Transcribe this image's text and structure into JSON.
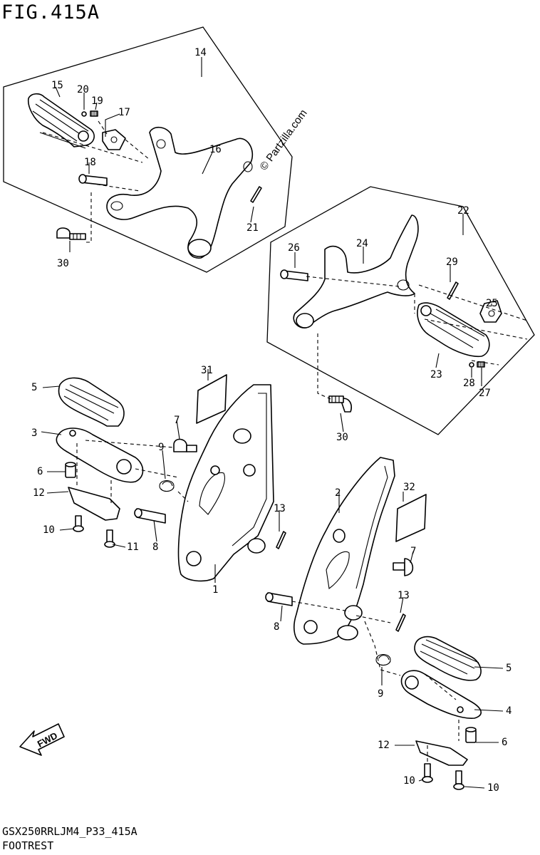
{
  "figure": {
    "title": "FIG.415A",
    "model_code": "GSX250RRLJM4_P33_415A",
    "caption": "FOOTREST",
    "watermark": "© Partzilla.com",
    "direction_label": "FWD"
  },
  "callouts": [
    {
      "key": "c14",
      "label": "14"
    },
    {
      "key": "c15",
      "label": "15"
    },
    {
      "key": "c20",
      "label": "20"
    },
    {
      "key": "c19",
      "label": "19"
    },
    {
      "key": "c17",
      "label": "17"
    },
    {
      "key": "c16",
      "label": "16"
    },
    {
      "key": "c18",
      "label": "18"
    },
    {
      "key": "c21",
      "label": "21"
    },
    {
      "key": "c30a",
      "label": "30"
    },
    {
      "key": "c22",
      "label": "22"
    },
    {
      "key": "c26",
      "label": "26"
    },
    {
      "key": "c24",
      "label": "24"
    },
    {
      "key": "c29",
      "label": "29"
    },
    {
      "key": "c25",
      "label": "25"
    },
    {
      "key": "c23",
      "label": "23"
    },
    {
      "key": "c28",
      "label": "28"
    },
    {
      "key": "c27",
      "label": "27"
    },
    {
      "key": "c30b",
      "label": "30"
    },
    {
      "key": "c31",
      "label": "31"
    },
    {
      "key": "c5a",
      "label": "5"
    },
    {
      "key": "c3",
      "label": "3"
    },
    {
      "key": "c7a",
      "label": "7"
    },
    {
      "key": "c9a",
      "label": "9"
    },
    {
      "key": "c6a",
      "label": "6"
    },
    {
      "key": "c12a",
      "label": "12"
    },
    {
      "key": "c10a",
      "label": "10"
    },
    {
      "key": "c11",
      "label": "11"
    },
    {
      "key": "c8a",
      "label": "8"
    },
    {
      "key": "c13a",
      "label": "13"
    },
    {
      "key": "c1",
      "label": "1"
    },
    {
      "key": "c2",
      "label": "2"
    },
    {
      "key": "c32",
      "label": "32"
    },
    {
      "key": "c7b",
      "label": "7"
    },
    {
      "key": "c13b",
      "label": "13"
    },
    {
      "key": "c8b",
      "label": "8"
    },
    {
      "key": "c5b",
      "label": "5"
    },
    {
      "key": "c9b",
      "label": "9"
    },
    {
      "key": "c4",
      "label": "4"
    },
    {
      "key": "c6b",
      "label": "6"
    },
    {
      "key": "c12b",
      "label": "12"
    },
    {
      "key": "c10b",
      "label": "10"
    },
    {
      "key": "c10c",
      "label": "10"
    }
  ]
}
